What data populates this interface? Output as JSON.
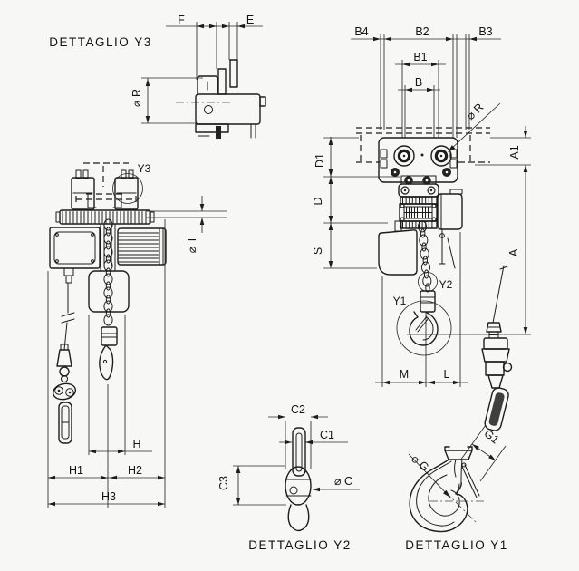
{
  "labels": {
    "detail_y3": "DETTAGLIO Y3",
    "detail_y2": "DETTAGLIO Y2",
    "detail_y1": "DETTAGLIO Y1",
    "marker_y3": "Y3",
    "marker_y2": "Y2",
    "marker_y1": "Y1",
    "f": "F",
    "e": "E",
    "phi_r_detail": "⌀ R",
    "phi_r_front": "⌀ R",
    "phi_t": "⌀ T",
    "h": "H",
    "h1": "H1",
    "h2": "H2",
    "h3": "H3",
    "b4": "B4",
    "b2": "B2",
    "b3": "B3",
    "b1": "B1",
    "b": "B",
    "a1": "A1",
    "a": "A",
    "d1": "D1",
    "d": "D",
    "s": "S",
    "m": "M",
    "l": "L",
    "c2": "C2",
    "c1": "C1",
    "c3": "C3",
    "phi_c": "⌀ C",
    "phi_g": "⌀ G",
    "g1": "G1"
  },
  "colors": {
    "background": "#f7f7f5",
    "line": "#1d1d1d",
    "dim_line": "#2a2a2a",
    "text": "#141414"
  }
}
